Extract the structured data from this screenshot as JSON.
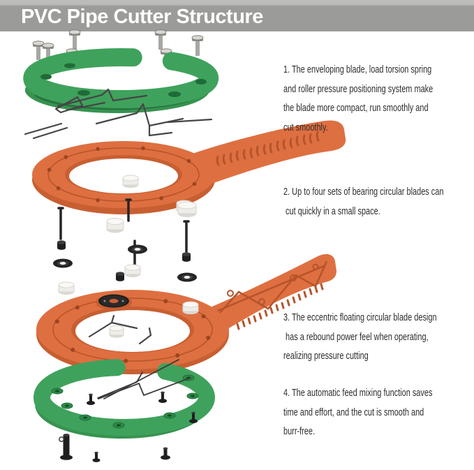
{
  "header": {
    "title": "PVC Pipe Cutter Structure"
  },
  "annotations": [
    {
      "number": "1",
      "text": "1. The enveloping blade, load torsion spring\nand roller pressure positioning system make\nthe blade more compact, run smoothly and\ncut smoothly."
    },
    {
      "number": "2",
      "text": "2. Up to four sets of bearing circular blades can\n cut quickly in a small space."
    },
    {
      "number": "3",
      "text": "3. The eccentric floating circular blade design\n has a rebound power feel when operating,\nrealizing pressure cutting"
    },
    {
      "number": "4",
      "text": "4. The automatic feed mixing function saves\ntime and effort, and the cut is smooth and\nburr-free."
    }
  ],
  "diagram": {
    "parts": [
      {
        "name": "top-cover-ring",
        "color": "#3fa25c"
      },
      {
        "name": "rivet-screws",
        "color": "#b9b7b3"
      },
      {
        "name": "torsion-spring-wires",
        "color": "#454545"
      },
      {
        "name": "upper-cutter-body",
        "color": "#de6f41"
      },
      {
        "name": "pivot-pins",
        "color": "#262626"
      },
      {
        "name": "circular-blade-washers",
        "color": "#242424"
      },
      {
        "name": "bearing-rollers",
        "color": "#efede9"
      },
      {
        "name": "lower-cutter-body",
        "color": "#de6f41"
      },
      {
        "name": "eccentric-blade-disc",
        "color": "#1c1c1c"
      },
      {
        "name": "bottom-cover-ring",
        "color": "#3fa25c"
      },
      {
        "name": "fastening-screws",
        "color": "#1f1f1f"
      }
    ]
  },
  "colors": {
    "header_gray": "#9b9b99",
    "title_white": "#ffffff",
    "note_text": "#2d2d2d",
    "part_green": "#3fa25c",
    "part_green_dark": "#2a7440",
    "part_orange": "#de6f41",
    "part_orange_dark": "#b5542a",
    "background": "#ffffff"
  }
}
